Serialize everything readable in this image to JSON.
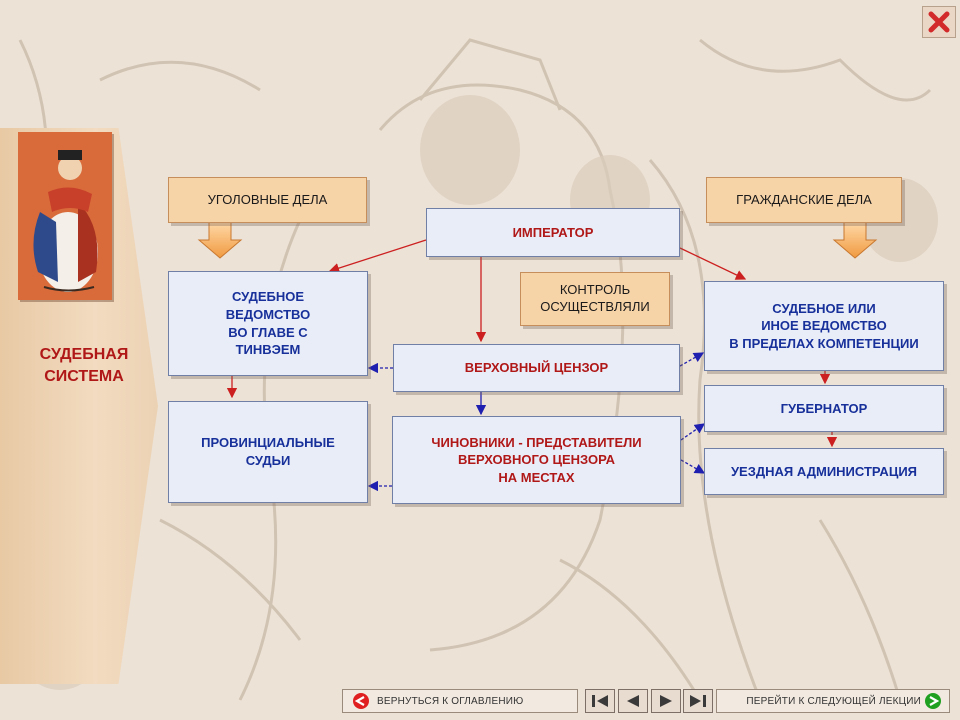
{
  "colors": {
    "box_fill": "#e9edf8",
    "box_border": "#6f7fa6",
    "label_fill": "#f7d3a8",
    "arrow_red": "#cc2020",
    "arrow_blue": "#2020b0",
    "title_red": "#b01818",
    "text_blue": "#17309a"
  },
  "sidebar": {
    "title": "СУДЕБНАЯ\nСИСТЕМА",
    "portrait_icon": "chinese-official-portrait"
  },
  "diagram": {
    "criminal_label": "УГОЛОВНЫЕ ДЕЛА",
    "civil_label": "ГРАЖДАНСКИЕ ДЕЛА",
    "control_label": "КОНТРОЛЬ\nОСУЩЕСТВЛЯЛИ",
    "emperor": "ИМПЕРАТОР",
    "judicial_dept": "СУДЕБНОЕ\nВЕДОМСТВО\nВО ГЛАВЕ С\nТИНВЭЕМ",
    "supreme_censor": "ВЕРХОВНЫЙ ЦЕНЗОР",
    "other_dept": "СУДЕБНОЕ ИЛИ\nИНОЕ ВЕДОМСТВО\nВ ПРЕДЕЛАХ КОМПЕТЕНЦИИ",
    "provincial_judges": "ПРОВИНЦИАЛЬНЫЕ\nСУДЬИ",
    "censor_officials": "ЧИНОВНИКИ - ПРЕДСТАВИТЕЛИ\nВЕРХОВНОГО ЦЕНЗОРА\nНА МЕСТАХ",
    "governor": "ГУБЕРНАТОР",
    "county_admin": "УЕЗДНАЯ АДМИНИСТРАЦИЯ"
  },
  "nav": {
    "back_label": "ВЕРНУТЬСЯ К ОГЛАВЛЕНИЮ",
    "next_label": "ПЕРЕЙТИ К СЛЕДУЮЩЕЙ ЛЕКЦИИ",
    "buttons": [
      "first-slide-icon",
      "previous-slide-icon",
      "next-slide-icon",
      "last-slide-icon"
    ]
  }
}
